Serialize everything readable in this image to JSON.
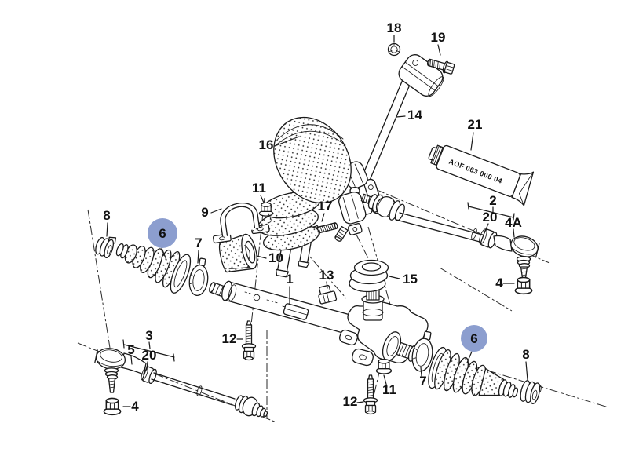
{
  "diagram": {
    "background": "#ffffff",
    "ink": "#1a1a1a",
    "highlight": "#8c9ecf",
    "tube_label": "AOF 063 000 04",
    "callouts": {
      "c18": "18",
      "c19": "19",
      "c14": "14",
      "c21": "21",
      "c16": "16",
      "c17": "17",
      "c11_top": "11",
      "c9": "9",
      "c2": "2",
      "c20_right": "20",
      "c4a": "4A",
      "c4_right": "4",
      "c8_left": "8",
      "c6_left": "6",
      "c7_left": "7",
      "c10": "10",
      "c1": "1",
      "c13": "13",
      "c15": "15",
      "c3": "3",
      "c5": "5",
      "c20_left": "20",
      "c4_left": "4",
      "c12_left": "12",
      "c12_bottom": "12",
      "c11_bottom": "11",
      "c6_right": "6",
      "c7_right": "7",
      "c8_right": "8"
    }
  }
}
